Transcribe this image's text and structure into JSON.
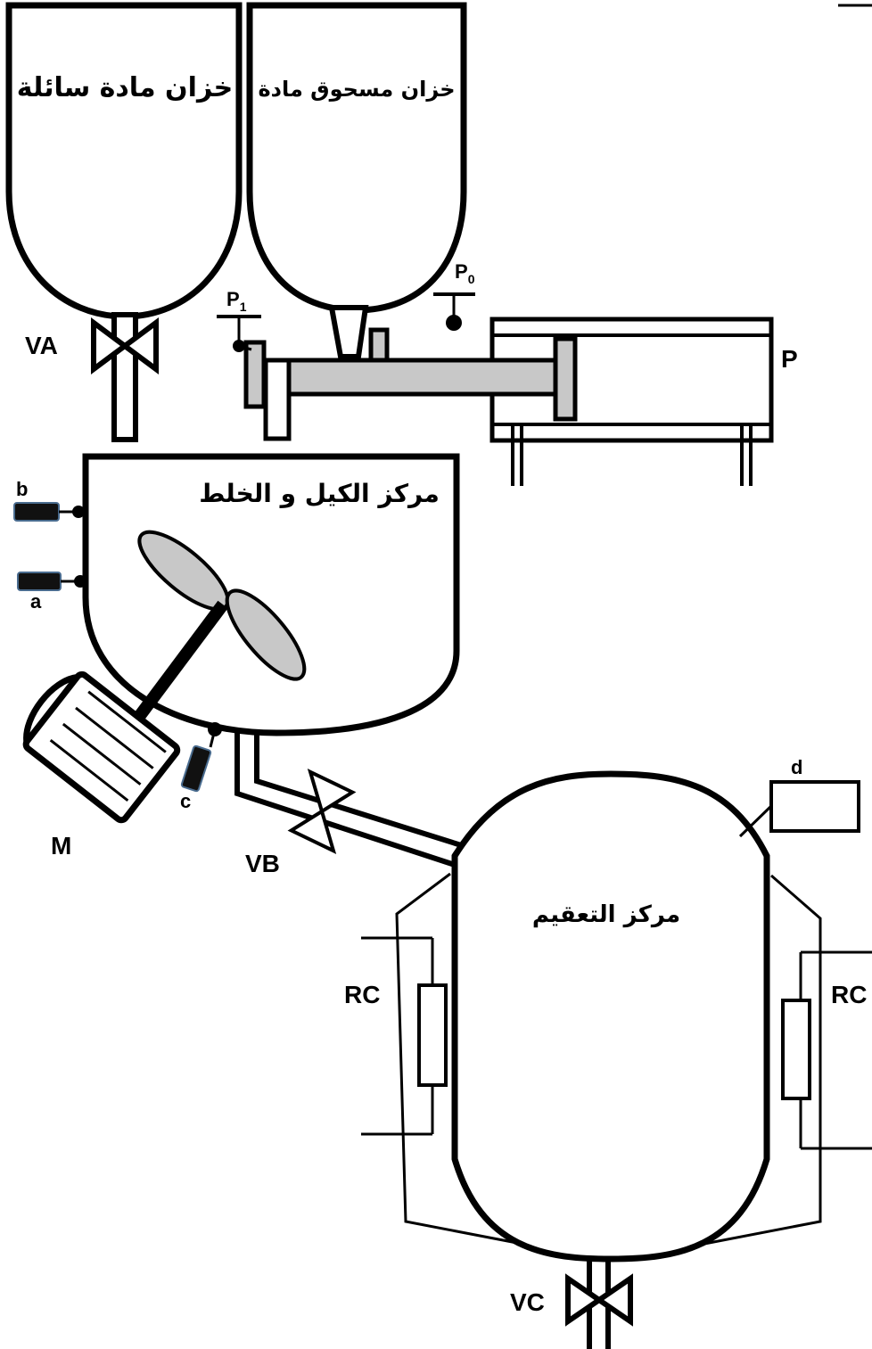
{
  "tanks": {
    "liquid": "خزان مادة سائلة",
    "powder": "خزان مسحوق مادة",
    "mixing": "مركز الكيل و الخلط",
    "sterilization": "مركز التعقيم"
  },
  "labels": {
    "va": "VA",
    "vb": "VB",
    "vc": "VC",
    "p": "P",
    "p0": "P",
    "p0_sub": "0",
    "p1": "P",
    "p1_sub": "1",
    "m": "M",
    "a": "a",
    "b": "b",
    "c": "c",
    "d": "d",
    "rc_left": "RC",
    "rc_right": "RC"
  },
  "colors": {
    "line": "#000000",
    "piston_fill": "#c8c8c8",
    "sensor_fill": "#111111"
  }
}
